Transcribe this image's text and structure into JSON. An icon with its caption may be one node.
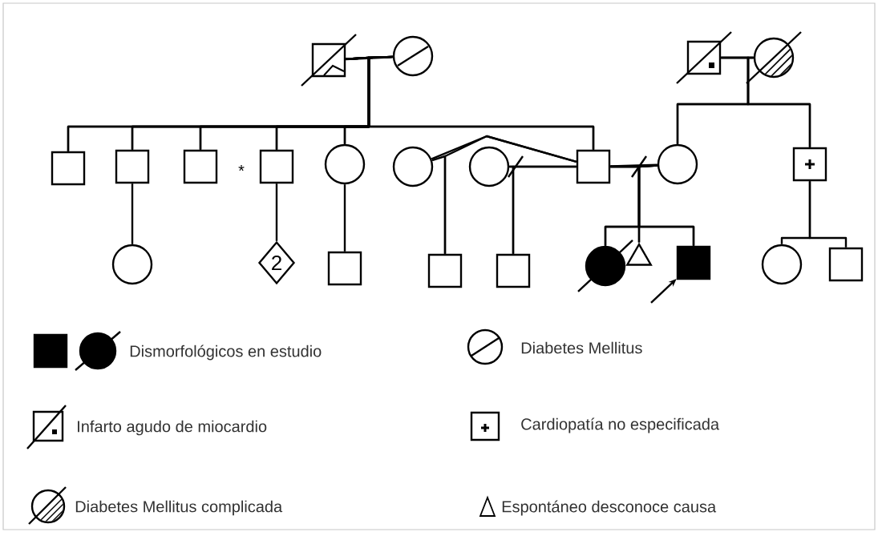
{
  "diagram": {
    "nodes": [
      {
        "text": [],
        "shape": "box"
      },
      {
        "text": [],
        "shape": "circle"
      },
      {
        "text": [],
        "shape": "box"
      },
      {
        "text": [],
        "shape": "circle"
      },
      {
        "text": [],
        "shape": "box"
      },
      {
        "text": [],
        "shape": "box"
      },
      {
        "text": [],
        "shape": "box"
      },
      {
        "text": [],
        "shape": "box"
      },
      {
        "text": [],
        "shape": "circle"
      },
      {
        "text": [],
        "shape": "circle"
      },
      {
        "text": [],
        "shape": "circle"
      },
      {
        "text": [],
        "shape": "box"
      },
      {
        "text": [],
        "shape": "circle"
      },
      {
        "text": [],
        "shape": "box"
      },
      {
        "text": [],
        "shape": "circle"
      },
      {
        "text": [
          "2"
        ]
      },
      {
        "text": [],
        "shape": "box"
      },
      {
        "text": [],
        "shape": "box"
      },
      {
        "text": [],
        "shape": "box"
      },
      {
        "text": [],
        "shape": "circle"
      },
      {
        "text": [],
        "shape": "triangle"
      },
      {
        "text": [],
        "shape": "box"
      },
      {
        "text": [],
        "shape": "circle"
      },
      {
        "text": [],
        "shape": "box"
      }
    ],
    "edges": [
      {
        "from": 0,
        "to": 1,
        "arrow": "none"
      },
      {
        "from": 0,
        "to": 4,
        "arrow": "none"
      },
      {
        "from": 1,
        "to": 4,
        "arrow": "none"
      },
      {
        "from": 0,
        "to": 5,
        "arrow": "none"
      },
      {
        "from": 1,
        "to": 5,
        "arrow": "none"
      },
      {
        "from": 0,
        "to": 6,
        "arrow": "none"
      },
      {
        "from": 1,
        "to": 6,
        "arrow": "none"
      },
      {
        "from": 0,
        "to": 7,
        "arrow": "none"
      },
      {
        "from": 1,
        "to": 7,
        "arrow": "none"
      },
      {
        "from": 0,
        "to": 8,
        "arrow": "none"
      },
      {
        "from": 1,
        "to": 8,
        "arrow": "none"
      },
      {
        "from": 0,
        "to": 11,
        "arrow": "none"
      },
      {
        "from": 1,
        "to": 11,
        "arrow": "none"
      },
      {
        "from": 2,
        "to": 3,
        "arrow": "none"
      },
      {
        "from": 2,
        "to": 12,
        "arrow": "none"
      },
      {
        "from": 3,
        "to": 12,
        "arrow": "none"
      },
      {
        "from": 2,
        "to": 13,
        "arrow": "none"
      },
      {
        "from": 3,
        "to": 13,
        "arrow": "none"
      },
      {
        "from": 5,
        "to": 14,
        "arrow": "none"
      },
      {
        "from": 7,
        "to": 15,
        "arrow": "none"
      },
      {
        "from": 8,
        "to": 16,
        "arrow": "none"
      },
      {
        "from": 9,
        "to": 11,
        "arrow": "none"
      },
      {
        "from": 10,
        "to": 11,
        "arrow": "none"
      },
      {
        "from": 11,
        "to": 12,
        "arrow": "none"
      },
      {
        "from": 9,
        "to": 17,
        "arrow": "none"
      },
      {
        "from": 11,
        "to": 17,
        "arrow": "none"
      },
      {
        "from": 10,
        "to": 18,
        "arrow": "none"
      },
      {
        "from": 11,
        "to": 18,
        "arrow": "none"
      },
      {
        "from": 11,
        "to": 19,
        "arrow": "none"
      },
      {
        "from": 12,
        "to": 19,
        "arrow": "none"
      },
      {
        "from": 11,
        "to": 20,
        "arrow": "none"
      },
      {
        "from": 12,
        "to": 20,
        "arrow": "none"
      },
      {
        "from": 11,
        "to": 21,
        "arrow": "none"
      },
      {
        "from": 12,
        "to": 21,
        "arrow": "none"
      },
      {
        "from": 13,
        "to": 22,
        "arrow": "none"
      },
      {
        "from": 13,
        "to": 23,
        "arrow": "none"
      },
      {
        "from": null,
        "to": 21,
        "arrow": "to"
      }
    ],
    "labels": [
      "*"
    ],
    "legend": [
      {
        "text": "Dismorfológicos en estudio"
      },
      {
        "text": "Diabetes Mellitus"
      },
      {
        "text": "Infarto agudo de miocardio"
      },
      {
        "text": "Cardiopatía no especificada"
      },
      {
        "text": "Diabetes Mellitus complicada"
      },
      {
        "text": "Espontáneo desconoce causa"
      }
    ]
  }
}
